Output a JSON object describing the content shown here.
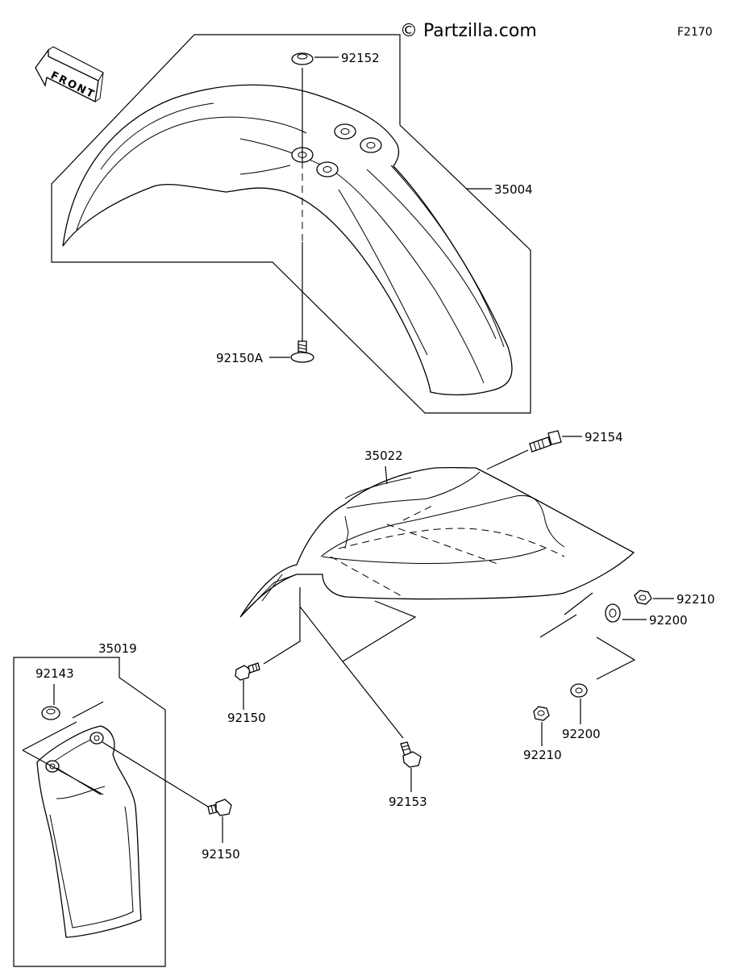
{
  "watermark": "© Partzilla.com",
  "figure_id": "F2170",
  "front_label": "FRONT",
  "callouts": {
    "p92152": "92152",
    "p35004": "35004",
    "p92150A": "92150A",
    "p35022": "35022",
    "p92154": "92154",
    "p92210_right": "92210",
    "p92200_right": "92200",
    "p92150_mid": "92150",
    "p92153": "92153",
    "p92210_low": "92210",
    "p92200_low": "92200",
    "p35019": "35019",
    "p92143": "92143",
    "p92150_low": "92150"
  }
}
